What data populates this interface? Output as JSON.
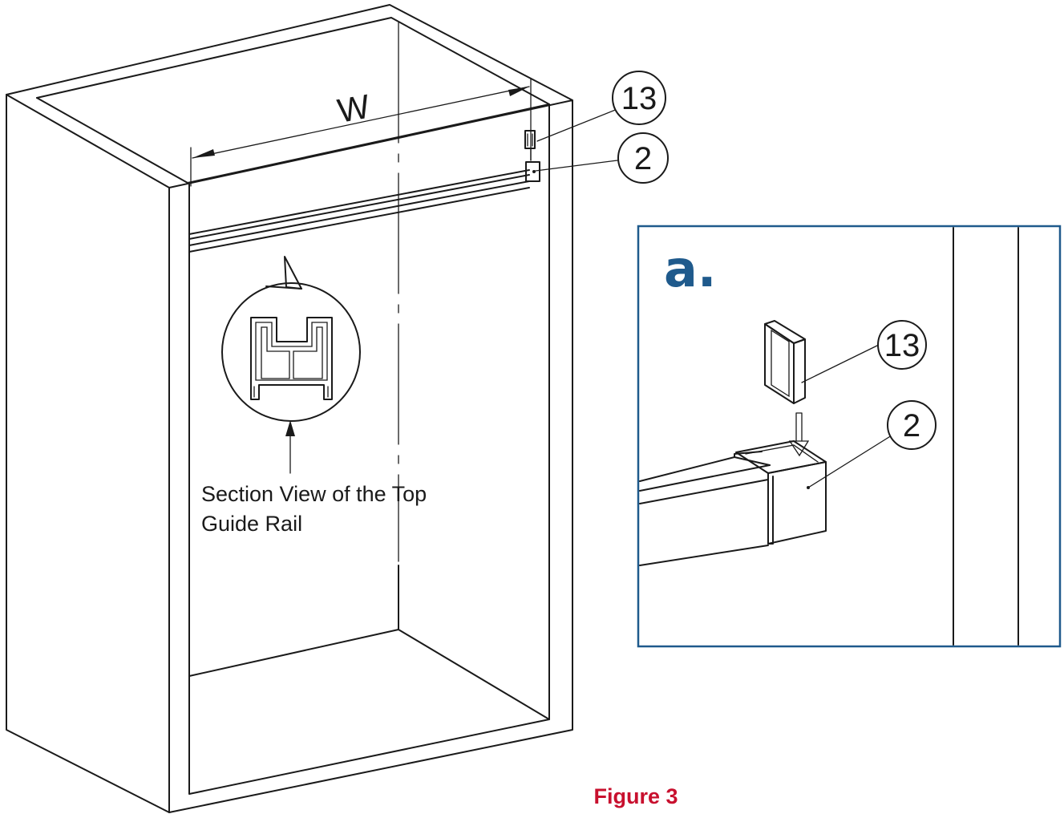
{
  "dimension_label": "W",
  "callouts": {
    "main_13": "13",
    "main_2": "2",
    "detail_13": "13",
    "detail_2": "2"
  },
  "section_caption": {
    "line1": "Section View of the Top",
    "line2": "Guide Rail"
  },
  "detail_label": "a.",
  "figure_title": "Figure 3",
  "colors": {
    "line": "#1a1a1a",
    "detail_frame": "#1f5a8c",
    "detail_label": "#1f5a8c",
    "figure_title": "#c8102e"
  }
}
